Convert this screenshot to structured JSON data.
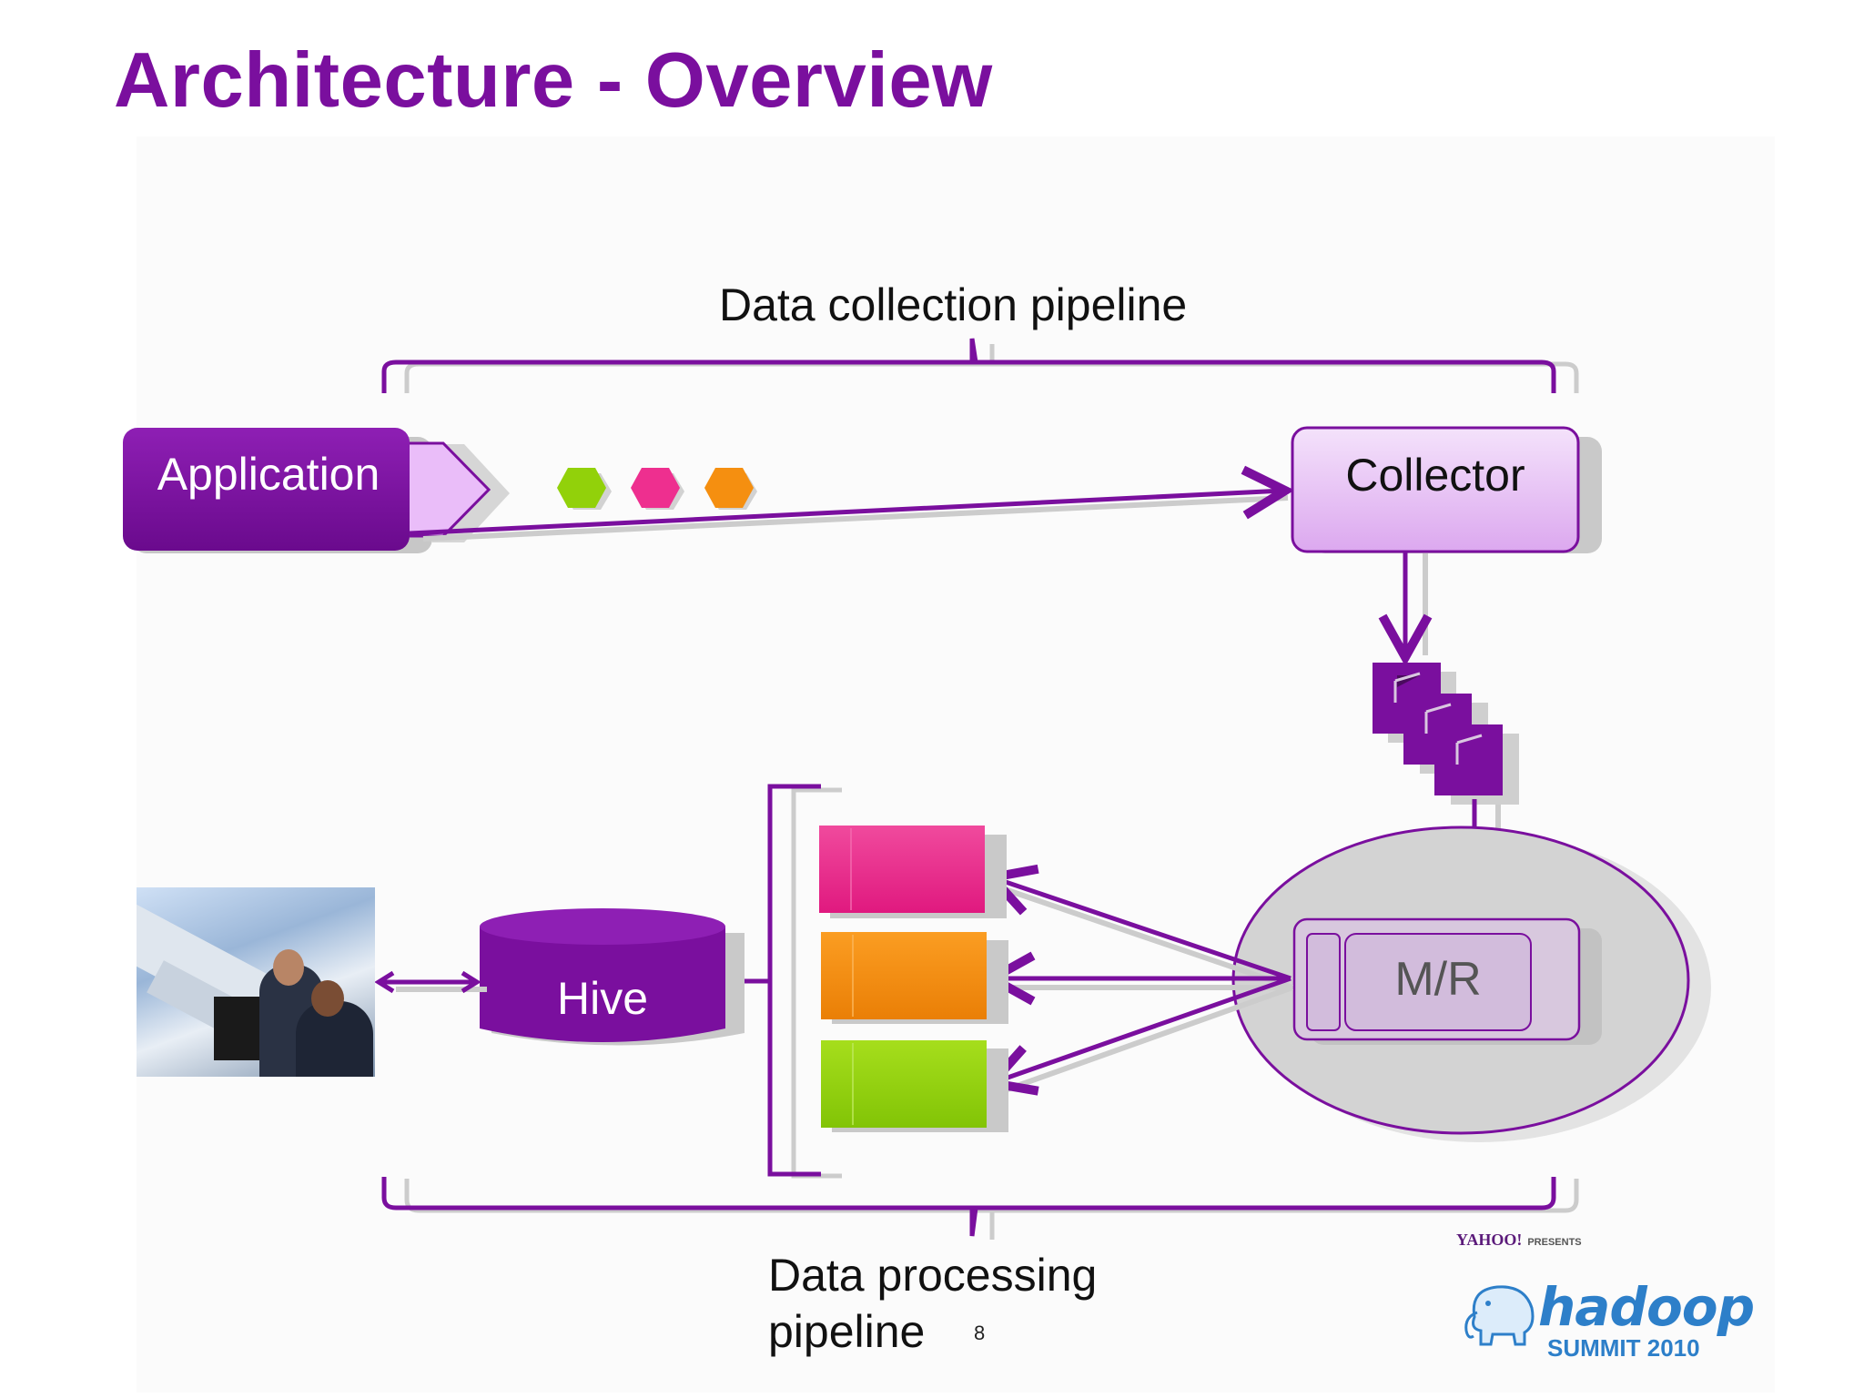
{
  "title": "Architecture - Overview",
  "labels": {
    "data_collection_pipeline": "Data collection pipeline",
    "data_processing_pipeline_line1": "Data processing",
    "data_processing_pipeline_line2": "pipeline"
  },
  "nodes": {
    "application": "Application",
    "collector": "Collector",
    "mr": "M/R",
    "hive": "Hive"
  },
  "page_number": "8",
  "logo": {
    "presenter": "YAHOO!",
    "presents": "PRESENTS",
    "brand": "hadoop",
    "event": "SUMMIT 2010"
  },
  "colors": {
    "title": "#7a0f9e",
    "purple": "#7a0f9e",
    "light_purple": "#e6b8f5",
    "pink": "#ee2f8f",
    "orange": "#f58f10",
    "green": "#92d10a"
  }
}
